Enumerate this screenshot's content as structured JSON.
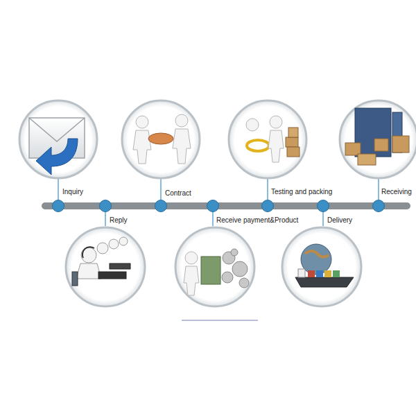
{
  "diagram": {
    "labels": [
      "Inquiry",
      "Reply",
      "Contract",
      "Receive payment&Product",
      "Testing and packing",
      "Delivery",
      "Receiving"
    ]
  }
}
